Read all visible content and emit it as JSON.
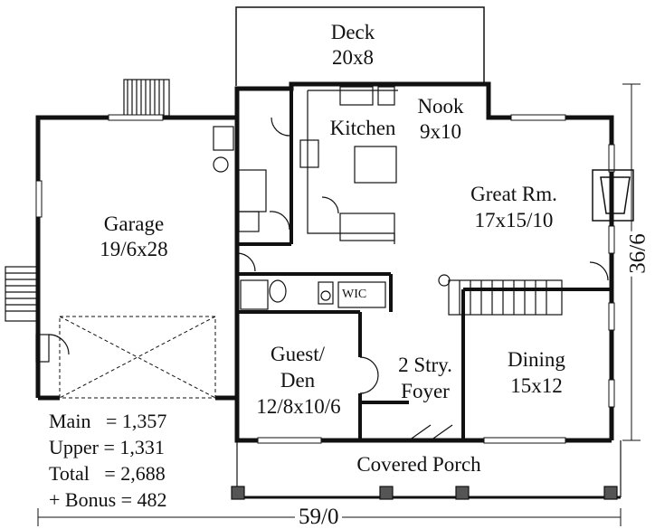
{
  "rooms": {
    "deck": {
      "name": "Deck",
      "dim": "20x8"
    },
    "kitchen": {
      "name": "Kitchen"
    },
    "nook": {
      "name": "Nook",
      "dim": "9x10"
    },
    "garage": {
      "name": "Garage",
      "dim": "19/6x28"
    },
    "great_room": {
      "name": "Great Rm.",
      "dim": "17x15/10"
    },
    "wic": {
      "name": "WIC"
    },
    "guest_den": {
      "name": "Guest/",
      "name2": "Den",
      "dim": "12/8x10/6"
    },
    "foyer": {
      "name": "2 Stry.",
      "name2": "Foyer"
    },
    "dining": {
      "name": "Dining",
      "dim": "15x12"
    },
    "porch": {
      "name": "Covered Porch"
    }
  },
  "areas": {
    "main": "Main   = 1,357",
    "upper": "Upper = 1,331",
    "total": "Total   = 2,688",
    "bonus": "+ Bonus = 482"
  },
  "dimensions": {
    "width": "59/0",
    "depth": "36/6"
  }
}
